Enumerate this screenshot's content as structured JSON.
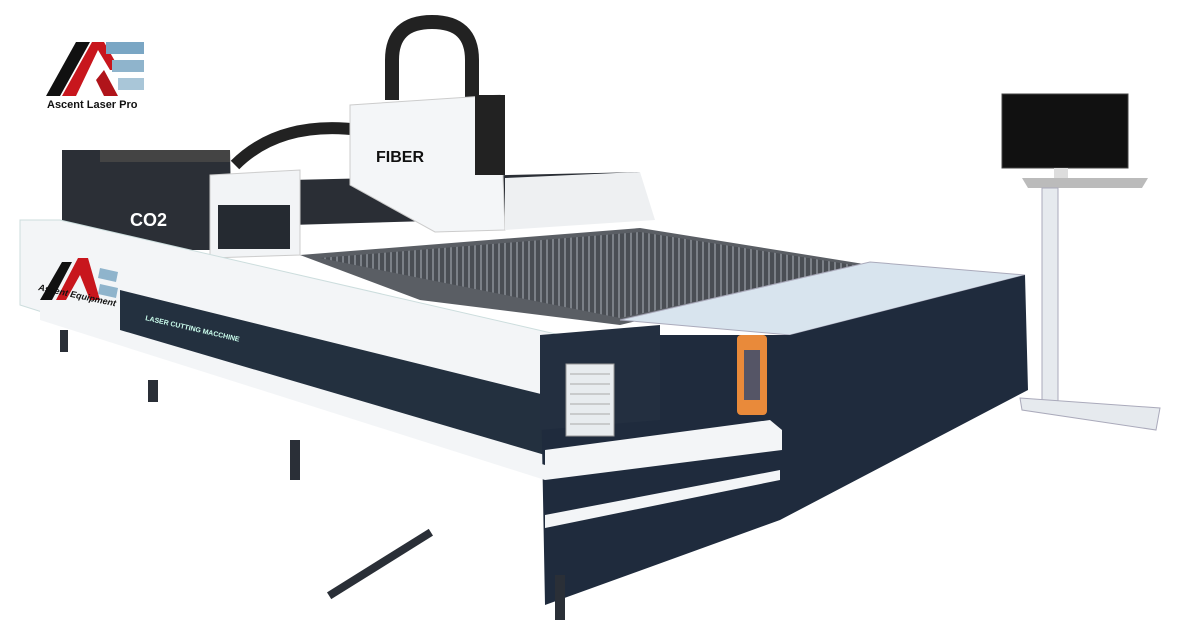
{
  "brand": {
    "name": "Ascent Laser Pro"
  },
  "machine": {
    "co2_label": "CO2",
    "fiber_label": "FIBER",
    "side_logo": "Ascent Equipment",
    "side_plate": "LASER CUTTING MACCHINE"
  },
  "colors": {
    "body_dark": "#1f2b3d",
    "body_white": "#f4f6f8",
    "accent_red": "#c8161d",
    "logo_steel": "#7aa6c4"
  }
}
